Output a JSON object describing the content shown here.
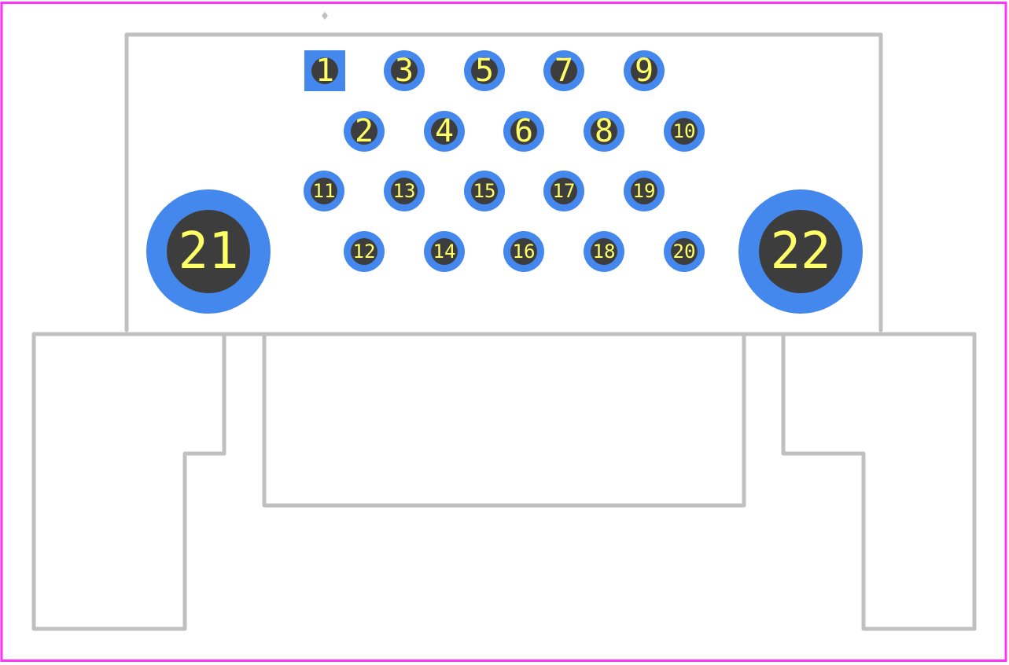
{
  "colors": {
    "board_outline": "#ff33ff",
    "silkscreen": "#c0c0c0",
    "pad_copper": "#4488ee",
    "drill_hole": "#3d3d3d",
    "pad_label": "#ffff66",
    "background": "#ffffff"
  },
  "pads": [
    {
      "id": "1",
      "label": "1",
      "shape": "square"
    },
    {
      "id": "2",
      "label": "2",
      "shape": "round"
    },
    {
      "id": "3",
      "label": "3",
      "shape": "round"
    },
    {
      "id": "4",
      "label": "4",
      "shape": "round"
    },
    {
      "id": "5",
      "label": "5",
      "shape": "round"
    },
    {
      "id": "6",
      "label": "6",
      "shape": "round"
    },
    {
      "id": "7",
      "label": "7",
      "shape": "round"
    },
    {
      "id": "8",
      "label": "8",
      "shape": "round"
    },
    {
      "id": "9",
      "label": "9",
      "shape": "round"
    },
    {
      "id": "10",
      "label": "10",
      "shape": "round"
    },
    {
      "id": "11",
      "label": "11",
      "shape": "round"
    },
    {
      "id": "12",
      "label": "12",
      "shape": "round"
    },
    {
      "id": "13",
      "label": "13",
      "shape": "round"
    },
    {
      "id": "14",
      "label": "14",
      "shape": "round"
    },
    {
      "id": "15",
      "label": "15",
      "shape": "round"
    },
    {
      "id": "16",
      "label": "16",
      "shape": "round"
    },
    {
      "id": "17",
      "label": "17",
      "shape": "round"
    },
    {
      "id": "18",
      "label": "18",
      "shape": "round"
    },
    {
      "id": "19",
      "label": "19",
      "shape": "round"
    },
    {
      "id": "20",
      "label": "20",
      "shape": "round"
    },
    {
      "id": "21",
      "label": "21",
      "shape": "round"
    },
    {
      "id": "22",
      "label": "22",
      "shape": "round"
    }
  ]
}
